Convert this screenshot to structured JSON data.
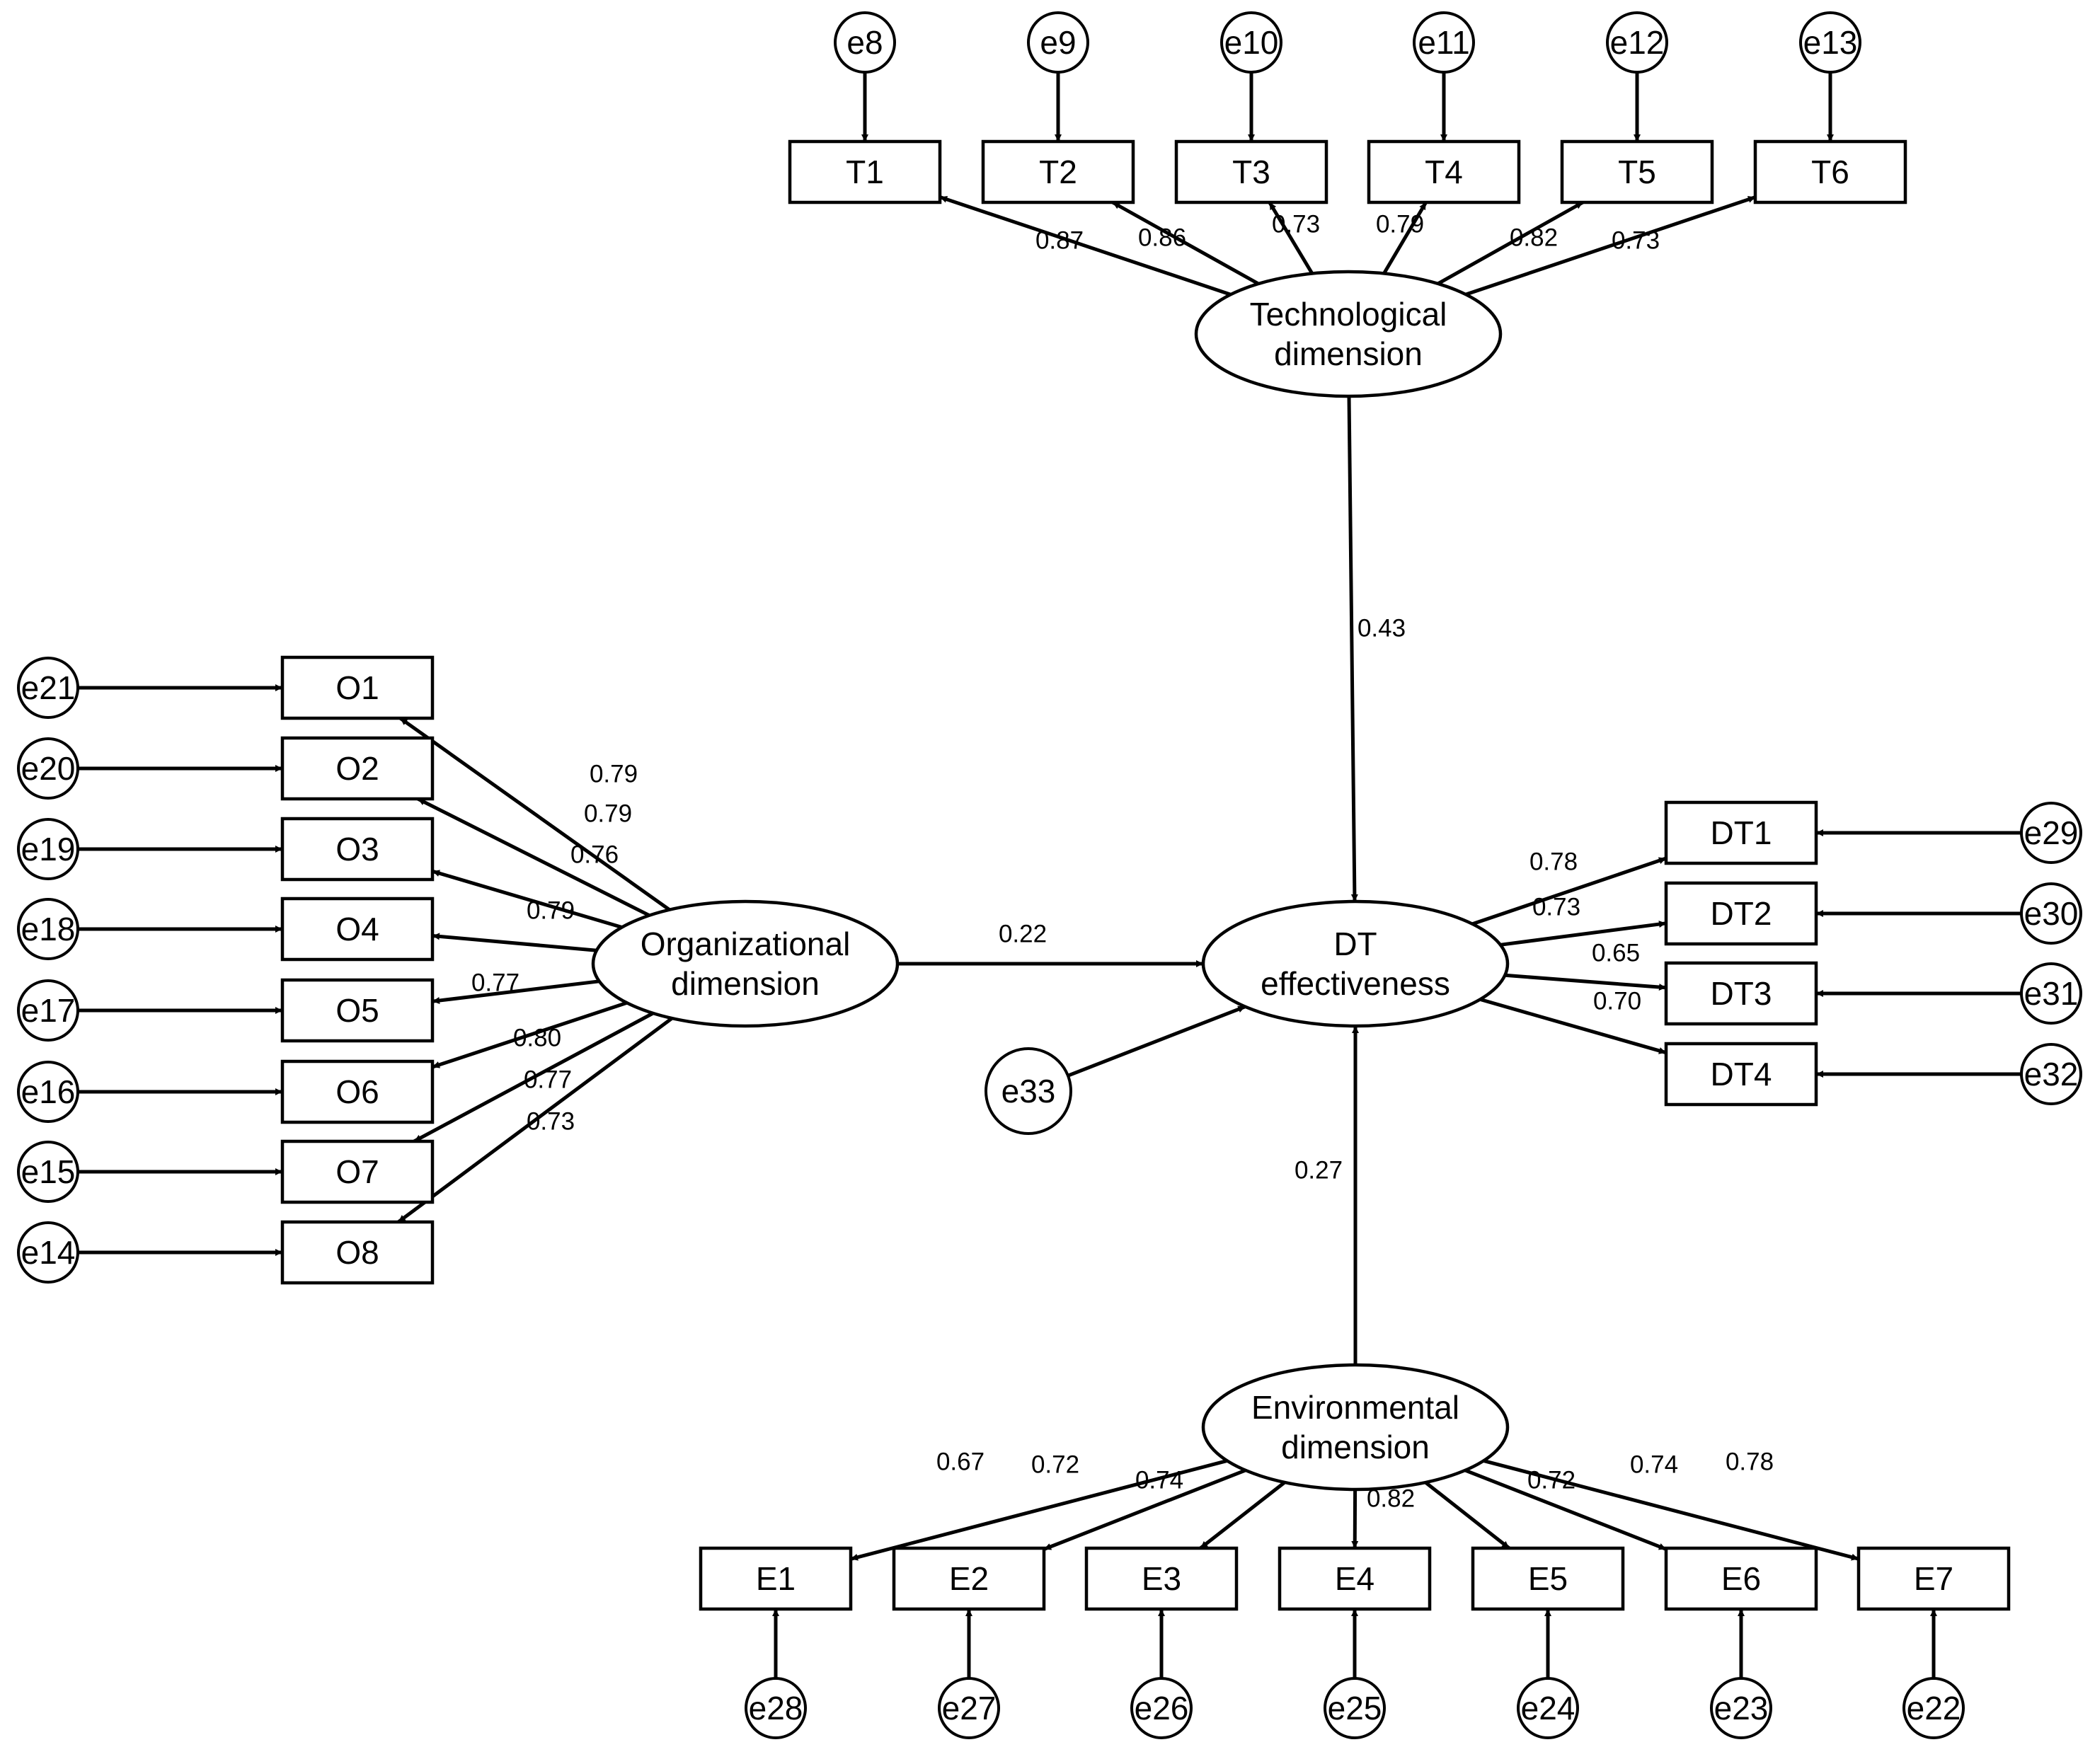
{
  "colors": {
    "stroke": "#000000",
    "background": "#ffffff"
  },
  "latent": {
    "tech": {
      "line1": "Technological",
      "line2": "dimension"
    },
    "org": {
      "line1": "Organizational",
      "line2": "dimension"
    },
    "env": {
      "line1": "Environmental",
      "line2": "dimension"
    },
    "dt": {
      "line1": "DT",
      "line2": "effectiveness"
    }
  },
  "disturbance": {
    "label": "e33"
  },
  "structural_paths": [
    {
      "from": "tech",
      "to": "dt",
      "coef": "0.43"
    },
    {
      "from": "org",
      "to": "dt",
      "coef": "0.22"
    },
    {
      "from": "env",
      "to": "dt",
      "coef": "0.27"
    }
  ],
  "indicators": {
    "tech": [
      {
        "label": "T1",
        "error": "e8",
        "coef": "0.87"
      },
      {
        "label": "T2",
        "error": "e9",
        "coef": "0.86"
      },
      {
        "label": "T3",
        "error": "e10",
        "coef": "0.73"
      },
      {
        "label": "T4",
        "error": "e11",
        "coef": "0.79"
      },
      {
        "label": "T5",
        "error": "e12",
        "coef": "0.82"
      },
      {
        "label": "T6",
        "error": "e13",
        "coef": "0.73"
      }
    ],
    "org": [
      {
        "label": "O1",
        "error": "e21",
        "coef": "0.79"
      },
      {
        "label": "O2",
        "error": "e20",
        "coef": "0.79"
      },
      {
        "label": "O3",
        "error": "e19",
        "coef": "0.76"
      },
      {
        "label": "O4",
        "error": "e18",
        "coef": "0.79"
      },
      {
        "label": "O5",
        "error": "e17",
        "coef": "0.77"
      },
      {
        "label": "O6",
        "error": "e16",
        "coef": "0.80"
      },
      {
        "label": "O7",
        "error": "e15",
        "coef": "0.77"
      },
      {
        "label": "O8",
        "error": "e14",
        "coef": "0.73"
      }
    ],
    "env": [
      {
        "label": "E1",
        "error": "e28",
        "coef": "0.67"
      },
      {
        "label": "E2",
        "error": "e27",
        "coef": "0.72"
      },
      {
        "label": "E3",
        "error": "e26",
        "coef": "0.74"
      },
      {
        "label": "E4",
        "error": "e25",
        "coef": "0.82"
      },
      {
        "label": "E5",
        "error": "e24",
        "coef": "0.72"
      },
      {
        "label": "E6",
        "error": "e23",
        "coef": "0.74"
      },
      {
        "label": "E7",
        "error": "e22",
        "coef": "0.78"
      }
    ],
    "dt": [
      {
        "label": "DT1",
        "error": "e29",
        "coef": "0.78"
      },
      {
        "label": "DT2",
        "error": "e30",
        "coef": "0.73"
      },
      {
        "label": "DT3",
        "error": "e31",
        "coef": "0.65"
      },
      {
        "label": "DT4",
        "error": "e32",
        "coef": "0.70"
      }
    ]
  }
}
